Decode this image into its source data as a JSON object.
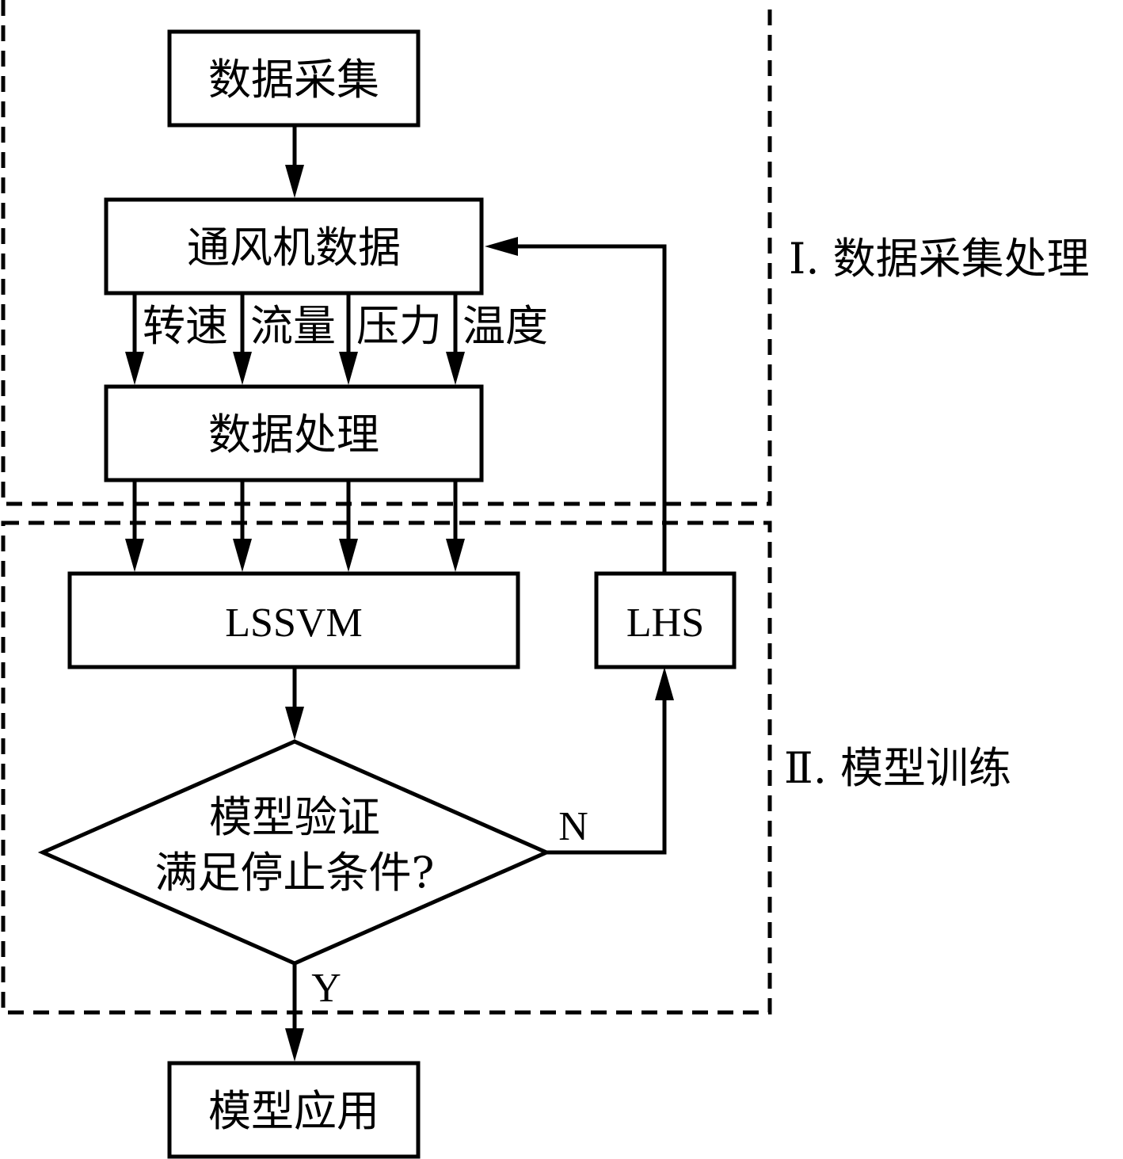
{
  "nodes": {
    "data_collection": "数据采集",
    "fan_data": "通风机数据",
    "data_processing": "数据处理",
    "lssvm": "LSSVM",
    "lhs": "LHS",
    "decision_line1": "模型验证",
    "decision_line2": "满足停止条件?",
    "model_application": "模型应用"
  },
  "signals": [
    "转速",
    "流量",
    "压力",
    "温度"
  ],
  "branches": {
    "no": "N",
    "yes": "Y"
  },
  "regions": {
    "region1": "Ⅰ. 数据采集处理",
    "region2": "Ⅱ. 模型训练"
  }
}
